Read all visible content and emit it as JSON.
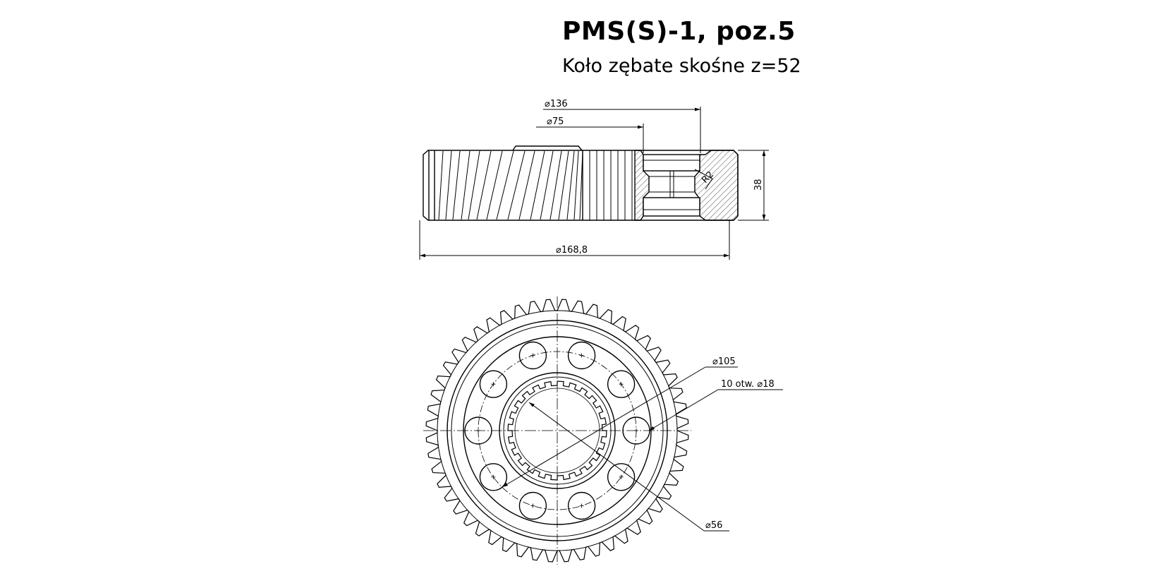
{
  "title": "PMS(S)-1, poz.5",
  "subtitle": "Koło zębate skośne z=52",
  "dimensions": {
    "d136": "⌀136",
    "d75": "⌀75",
    "h38": "38",
    "d168": "⌀168,8",
    "d105": "⌀105",
    "holes": "10 otw. ⌀18",
    "d56": "⌀56",
    "fillet": "R2"
  },
  "gear": {
    "teeth": 52,
    "hole_count": 10,
    "spline_teeth": 24
  }
}
